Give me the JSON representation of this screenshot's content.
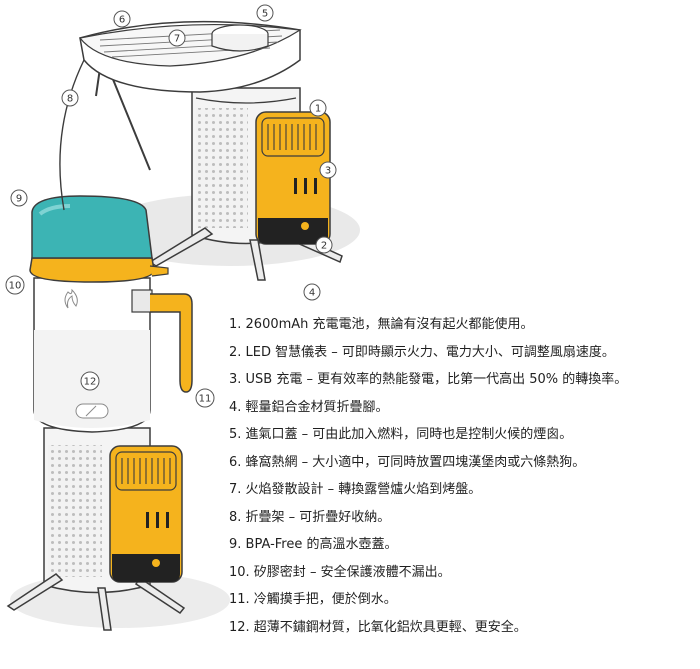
{
  "colors": {
    "outline": "#3c3c3c",
    "light_gray": "#ededed",
    "mid_gray": "#d4d4d4",
    "shadow": "#e4e4e4",
    "yellow": "#f5b31d",
    "dark": "#222222",
    "teal": "#3cb4b4",
    "white": "#ffffff"
  },
  "icons": {
    "flame_logo": "flame-logo-icon",
    "mesh": "honeycomb-mesh-pattern"
  },
  "callouts": [
    "1",
    "2",
    "3",
    "4",
    "5",
    "6",
    "7",
    "8",
    "9",
    "10",
    "11",
    "12"
  ],
  "features": [
    "1. 2600mAh 充電電池，無論有沒有起火都能使用。",
    "2. LED 智慧儀表 – 可即時顯示火力、電力大小、可調整風扇速度。",
    "3. USB 充電 – 更有效率的熱能發電，比第一代高出 50% 的轉換率。",
    "4. 輕量鋁合金材質折疊腳。",
    "5. 進氣口蓋 – 可由此加入燃料，同時也是控制火候的煙囪。",
    "6. 蜂窩熱網 – 大小適中，可同時放置四塊漢堡肉或六條熱狗。",
    "7. 火焰發散設計 – 轉換露營爐火焰到烤盤。",
    "8. 折疊架 – 可折疊好收納。",
    "9. BPA-Free 的高溫水壺蓋。",
    "10. 矽膠密封 – 安全保護液體不漏出。",
    "11. 冷觸摸手把，便於倒水。",
    "12. 超薄不鏽鋼材質，比氧化鋁炊具更輕、更安全。"
  ]
}
